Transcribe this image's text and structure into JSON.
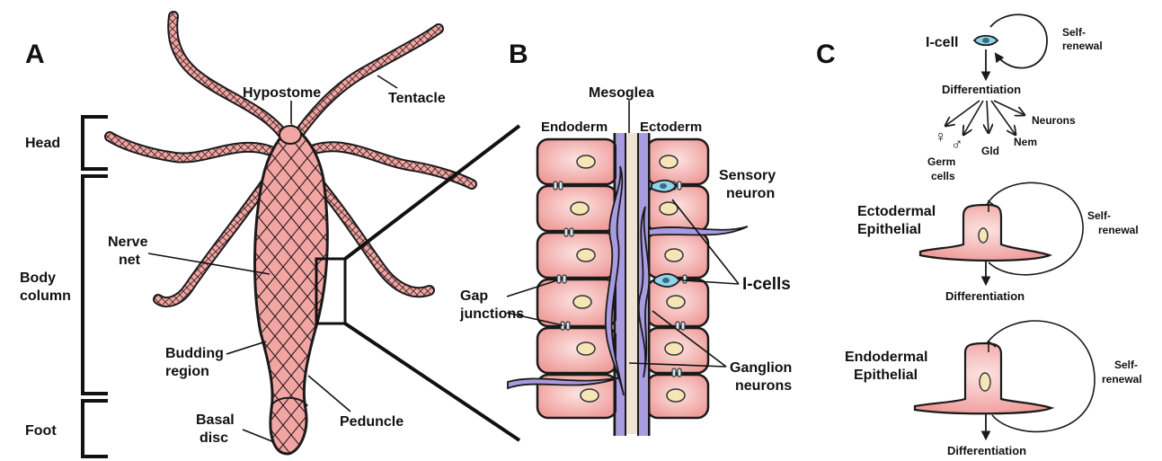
{
  "colors": {
    "tissue": "#f2a6a4",
    "tissue_light": "#f8cfcc",
    "outline": "#1a1a1a",
    "neuron": "#a99be0",
    "icell": "#8fd3ea",
    "nucleus": "#f6e6b6",
    "mesoglea": "#efe3d4"
  },
  "panels": {
    "a": "A",
    "b": "B",
    "c": "C"
  },
  "panel_a": {
    "hypostome": "Hypostome",
    "tentacle": "Tentacle",
    "head": "Head",
    "body": "Body",
    "column": "column",
    "nerve": "Nerve",
    "net": "net",
    "budding": "Budding",
    "region": "region",
    "basal": "Basal",
    "disc": "disc",
    "peduncle": "Peduncle",
    "foot": "Foot"
  },
  "panel_b": {
    "mesoglea": "Mesoglea",
    "endoderm": "Endoderm",
    "ectoderm": "Ectoderm",
    "sensory": "Sensory",
    "neuron": "neuron",
    "gap": "Gap",
    "junctions": "junctions",
    "icells": "I-cells",
    "ganglion": "Ganglion",
    "neurons": "neurons"
  },
  "panel_c": {
    "icell": "I-cell",
    "self1": "Self-",
    "renewal1": "renewal",
    "differentiation1": "Differentiation",
    "germ": "Germ",
    "cells": "cells",
    "gld": "Gld",
    "nem": "Nem",
    "neurons": "Neurons",
    "ecto1": "Ectodermal",
    "ecto2": "Epithelial",
    "self2": "Self-",
    "renewal2": "renewal",
    "differentiation2": "Differentiation",
    "endo1": "Endodermal",
    "endo2": "Epithelial",
    "self3": "Self-",
    "renewal3": "renewal",
    "differentiation3": "Differentiation"
  }
}
